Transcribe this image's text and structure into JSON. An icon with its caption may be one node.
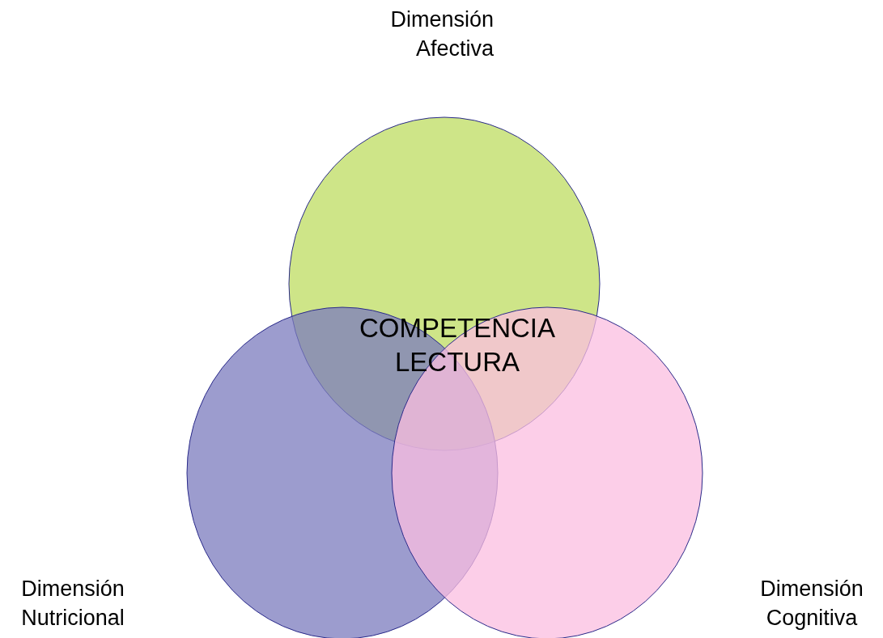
{
  "diagram": {
    "nodes": [
      {
        "text": [
          "Dimensión Afectiva"
        ]
      },
      {
        "text": [
          "Dimensión Nutricional"
        ]
      },
      {
        "text": [
          "Dimensión Cognitiva"
        ]
      }
    ],
    "labels": [
      "COMPETENCIA LECTURA"
    ]
  }
}
